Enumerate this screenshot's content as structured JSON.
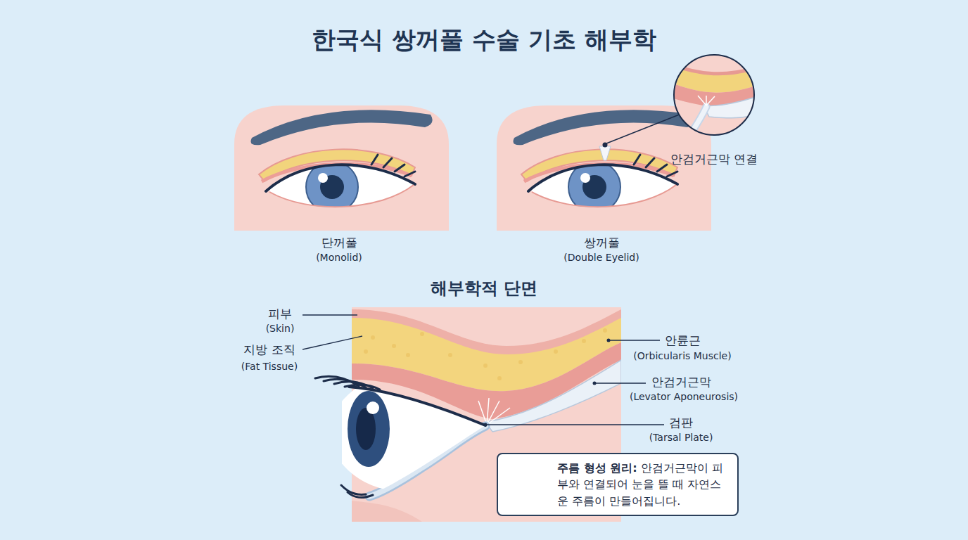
{
  "diagram": {
    "title": "한국식 쌍꺼풀 수술 기초 해부학",
    "nodes": [
      {
        "text": [
          "주름 형성 원리:",
          "안검거근막이 피부와 연결되어 눈을 뜰 때 자연스운 주름이 만들어집니다."
        ]
      }
    ],
    "labels": [
      "단꺼풀",
      "(Monolid)",
      "쌍꺼풀",
      "(Double Eyelid)",
      "안검거근막 연결",
      "해부학적 단면",
      "피부",
      "(Skin)",
      "지방 조직",
      "(Fat Tissue)",
      "안륜근",
      "(Orbicularis Muscle)",
      "안검거근막",
      "(Levator Aponeurosis)",
      "검판",
      "(Tarsal Plate)"
    ]
  }
}
